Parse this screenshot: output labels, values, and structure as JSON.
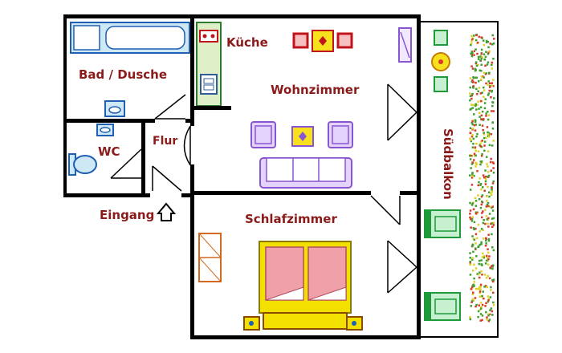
{
  "rooms": {
    "bad": "Bad / Dusche",
    "kueche": "Küche",
    "wohnzimmer": "Wohnzimmer",
    "wc": "WC",
    "flur": "Flur",
    "schlafzimmer": "Schlafzimmer",
    "suedbalkon": "Südbalkon",
    "eingang": "Eingang"
  },
  "colors": {
    "wall": "#000000",
    "room_label": "#8b1a1a",
    "sanitary": "#1e5fb4",
    "sanitary_fill": "#cfe8f6",
    "kitchen_fill": "#dff0c8",
    "kitchen_stroke": "#2f7a2f",
    "dining_chair": "#c0141c",
    "table_yellow": "#f7e11e",
    "sofa_purple": "#8a55d0",
    "sofa_fill": "#e4d4fb",
    "bed_pink": "#f0a0a8",
    "bed_frame": "#f2e000",
    "wardrobe": "#d2691e",
    "balcony_chair": "#1f9a3b",
    "balcony_chair_fill": "#c6f0cf",
    "plant_red": "#d83a2a",
    "plant_green": "#3f9e2f",
    "plant_yellow": "#e0d02a"
  },
  "icons": {
    "entrance": "arrow-up-icon"
  }
}
